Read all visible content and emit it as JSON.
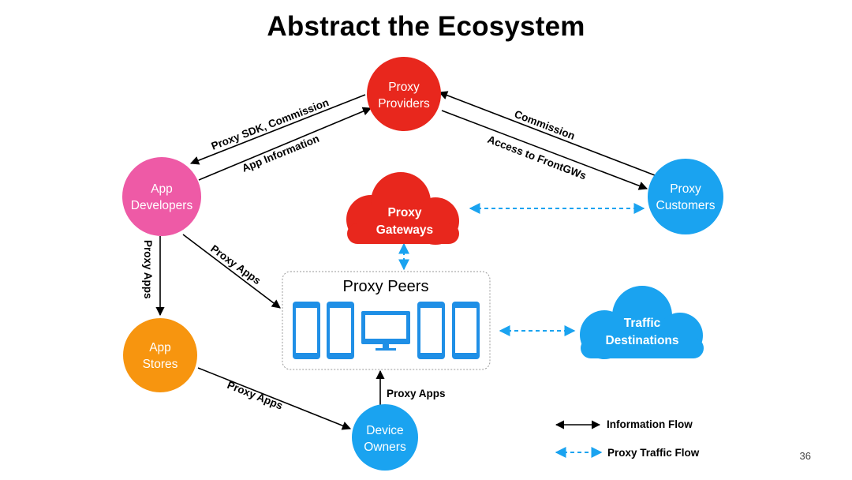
{
  "title": "Abstract the Ecosystem",
  "page_number": "36",
  "colors": {
    "red": "#e8271d",
    "pink": "#ee5aa6",
    "orange": "#f7950f",
    "blue": "#1aa3f0",
    "device_blue": "#1f8fe6",
    "info_arrow": "#000000",
    "traffic_arrow": "#1aa3f0"
  },
  "nodes": {
    "proxy_providers": [
      "Proxy",
      "Providers"
    ],
    "app_developers": [
      "App",
      "Developers"
    ],
    "proxy_customers": [
      "Proxy",
      "Customers"
    ],
    "proxy_gateways": [
      "Proxy",
      "Gateways"
    ],
    "app_stores": [
      "App",
      "Stores"
    ],
    "device_owners": [
      "Device",
      "Owners"
    ],
    "traffic_destinations": [
      "Traffic",
      "Destinations"
    ],
    "proxy_peers": "Proxy Peers"
  },
  "edges": {
    "proxy_sdk_commission": "Proxy SDK, Commission",
    "app_information": "App Information",
    "commission": "Commission",
    "access_frontgws": "Access to FrontGWs",
    "proxy_apps_dev_store": "Proxy Apps",
    "proxy_apps_dev_peers": "Proxy Apps",
    "proxy_apps_store_owner": "Proxy Apps",
    "proxy_apps_owner_peers": "Proxy Apps"
  },
  "legend": {
    "information_flow": "Information Flow",
    "proxy_traffic_flow": "Proxy Traffic Flow"
  }
}
